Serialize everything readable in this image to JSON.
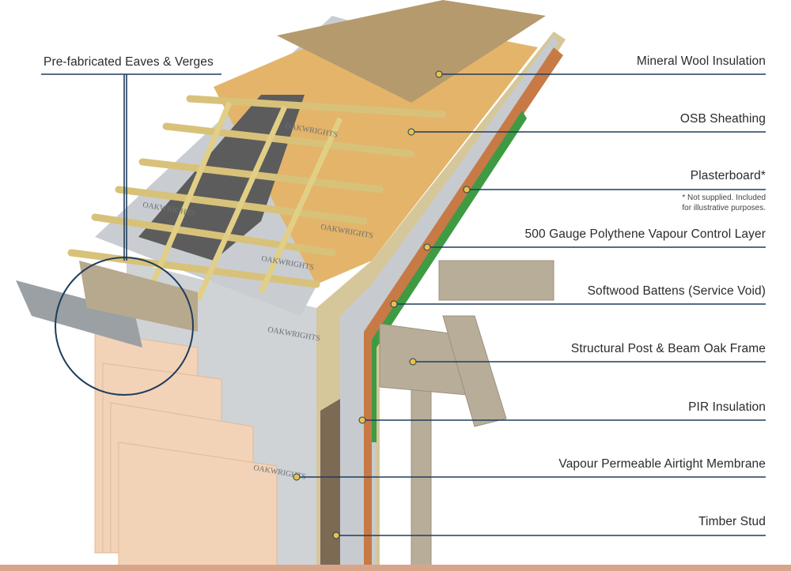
{
  "labels": {
    "eaves": "Pre-fabricated Eaves & Verges",
    "mineral_wool": "Mineral Wool Insulation",
    "osb": "OSB Sheathing",
    "plasterboard": "Plasterboard*",
    "plasterboard_note_1": "* Not supplied. Included",
    "plasterboard_note_2": "for illustrative purposes.",
    "vcl": "500 Gauge Polythene Vapour Control Layer",
    "battens": "Softwood Battens (Service Void)",
    "oak_frame": "Structural Post & Beam Oak Frame",
    "pir": "PIR Insulation",
    "membrane": "Vapour Permeable Airtight Membrane",
    "stud": "Timber Stud"
  },
  "membrane_brand": [
    "OAKWRIGHTS",
    "OAKWRIGHTS",
    "OAKWRIGHTS",
    "OAKWRIGHTS",
    "OAKWRIGHTS",
    "OAKWRIGHTS"
  ],
  "colors": {
    "leader": "#1f3d5c",
    "membrane": "#cfd3d6",
    "osb": "#e3b46a",
    "batten": "#e2cf86",
    "slate": "#5c5c5c",
    "siding": "#f2d3b8",
    "oak": "#b8ad99",
    "copper_layer": "#c77a45",
    "green_layer": "#3f9a44"
  }
}
